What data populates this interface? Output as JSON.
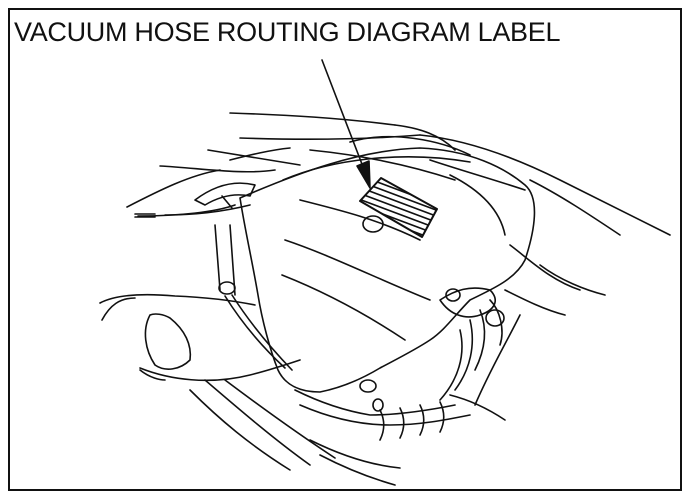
{
  "diagram": {
    "callout_label": "VACUUM HOSE ROUTING DIAGRAM LABEL",
    "subject": "engine air cleaner cover with vacuum hose routing diagram label",
    "components": [
      "air-cleaner-cover",
      "vacuum-hose-routing-label",
      "callout-arrow",
      "mounting-bolt-holes",
      "intake-duct",
      "wire-harness",
      "hoses"
    ],
    "colors": {
      "line": "#111111",
      "background": "#ffffff"
    }
  }
}
